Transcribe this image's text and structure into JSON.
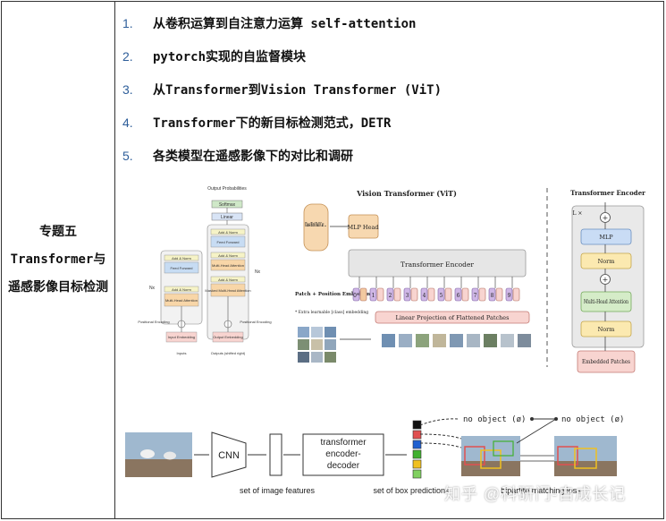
{
  "topic_cell": {
    "label": "专题五 Transformer与遥感影像目标检测"
  },
  "items": [
    {
      "num": "1.",
      "text": "从卷积运算到自注意力运算 self-attention"
    },
    {
      "num": "2.",
      "text": "pytorch实现的自监督模块"
    },
    {
      "num": "3.",
      "text": "从Transformer到Vision Transformer (ViT)"
    },
    {
      "num": "4.",
      "text": "Transformer下的新目标检测范式，DETR"
    },
    {
      "num": "5.",
      "text": "各类模型在遥感影像下的对比和调研"
    }
  ],
  "transformer_fig": {
    "output_probs": "Output Probabilities",
    "softmax": "Softmax",
    "linear": "Linear",
    "add_norm": "Add & Norm",
    "feed_forward": "Feed Forward",
    "mha": "Multi-Head Attention",
    "masked_mha": "Masked Multi-Head Attention",
    "nx": "Nx",
    "pos_enc": "Positional Encoding",
    "input_emb": "Input Embedding",
    "output_emb": "Output Embedding",
    "inputs": "Inputs",
    "outputs": "Outputs (shifted right)"
  },
  "vit_fig": {
    "title": "Vision Transformer (ViT)",
    "class_box": "Class Bird Ball Car ...",
    "mlp_head": "MLP Head",
    "encoder": "Transformer Encoder",
    "patch_label": "Patch + Position Embedding",
    "extra_note": "* Extra learnable [class] embedding",
    "linear_proj": "Linear Projection of Flattened Patches",
    "tokens": [
      "0*",
      "1",
      "2",
      "3",
      "4",
      "5",
      "6",
      "7",
      "8",
      "9"
    ]
  },
  "encoder_fig": {
    "title": "Transformer Encoder",
    "lx": "L ×",
    "mlp": "MLP",
    "norm": "Norm",
    "mha": "Multi-Head Attention",
    "embedded": "Embedded Patches"
  },
  "detr_fig": {
    "cnn": "CNN",
    "transformer": "transformer encoder-decoder",
    "set_features": "set of image features",
    "set_box": "set of box predictions",
    "no_object_1": "no object (ø)",
    "no_object_2": "no object (ø)",
    "matching": "bipartite matching loss"
  },
  "watermark": "知乎 @科研门-自成长记",
  "colors": {
    "num_blue": "#2e5e9a",
    "mlp_orange": "#f7d8b0",
    "encoder_grey": "#e6e6e6",
    "projection_pink": "#f8d4d0",
    "mha_green": "#d5ecc8",
    "norm_yellow": "#fbe9b0",
    "mlp_blue": "#c9dcf5",
    "box_colors": [
      "#111111",
      "#e05050",
      "#2060d0",
      "#40b030",
      "#f0c020",
      "#80d060"
    ]
  }
}
